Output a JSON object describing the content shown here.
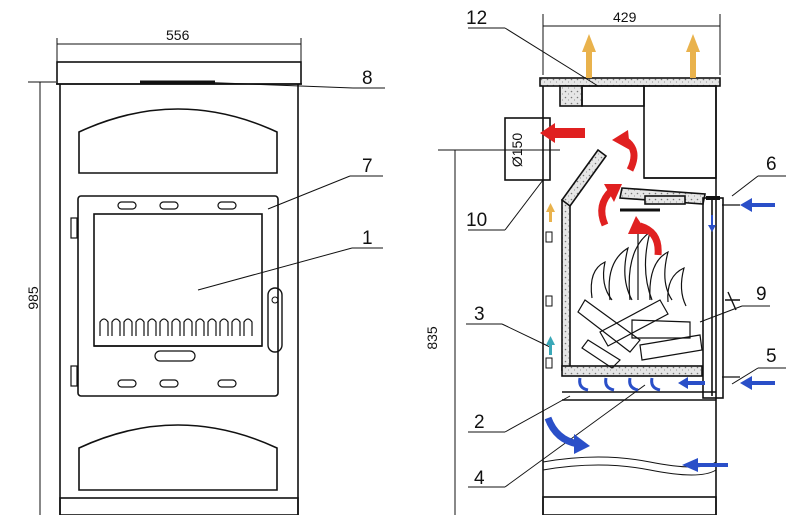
{
  "front_view": {
    "dims": {
      "width": "556",
      "height": "985"
    },
    "callouts": [
      "8",
      "7",
      "1"
    ]
  },
  "section_view": {
    "dims": {
      "width": "429",
      "height": "835",
      "flue": "Ø150"
    },
    "callouts": [
      "12",
      "6",
      "10",
      "9",
      "3",
      "5",
      "2",
      "4"
    ]
  },
  "colors": {
    "line": "#111111",
    "hot_air": "#e02020",
    "cold_air": "#2a4fc8",
    "outlet_air": "#e9b24c",
    "insulation": "#d8d8d8"
  }
}
